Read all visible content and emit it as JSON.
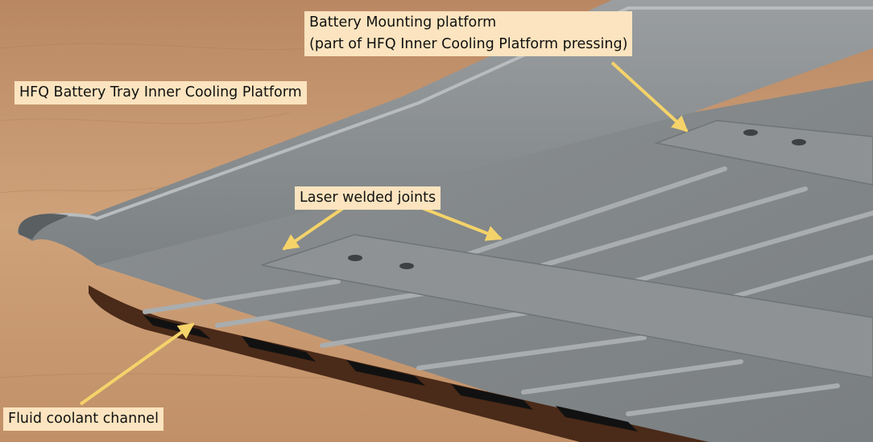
{
  "labels": {
    "inner_platform": "HFQ Battery Tray Inner Cooling Platform",
    "mounting_line1": "Battery Mounting platform",
    "mounting_line2": "(part of HFQ Inner Cooling Platform pressing)",
    "laser_joints": "Laser welded joints",
    "coolant_channel": "Fluid coolant channel"
  },
  "colors": {
    "background_wood": "#c99a72",
    "tray_grey": "#8d9193",
    "label_fill": "#fbe4bf",
    "arrow_yellow": "#f5d36a",
    "channel_brown": "#4a2a18"
  }
}
